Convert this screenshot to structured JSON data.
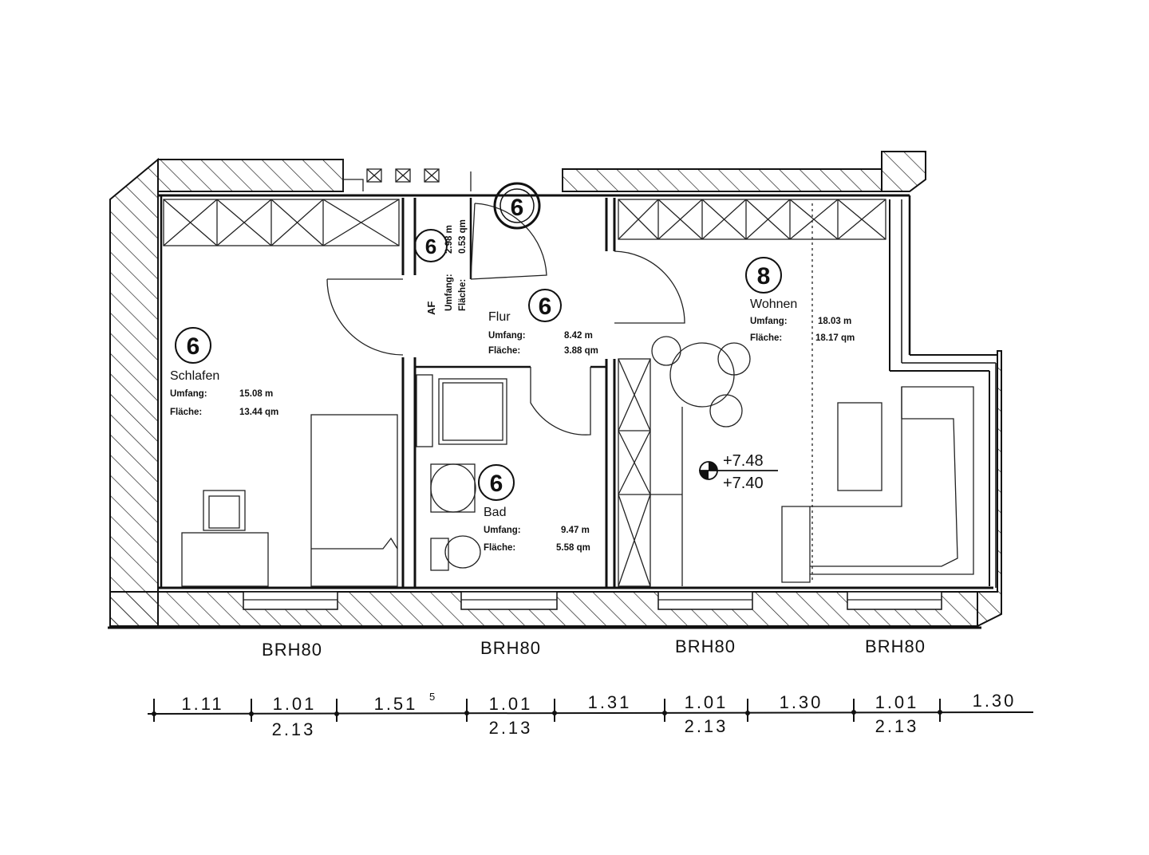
{
  "rooms": {
    "schlafen": {
      "number": "6",
      "name": "Schlafen",
      "umfang_label": "Umfang:",
      "umfang_value": "15.08 m",
      "flaeche_label": "Fläche:",
      "flaeche_value": "13.44 qm"
    },
    "flur": {
      "number": "6",
      "name": "Flur",
      "umfang_label": "Umfang:",
      "umfang_value": "8.42 m",
      "flaeche_label": "Fläche:",
      "flaeche_value": "3.88 qm"
    },
    "bad": {
      "number": "6",
      "name": "Bad",
      "umfang_label": "Umfang:",
      "umfang_value": "9.47 m",
      "flaeche_label": "Fläche:",
      "flaeche_value": "5.58 qm"
    },
    "wohnen": {
      "number": "8",
      "name": "Wohnen",
      "umfang_label": "Umfang:",
      "umfang_value": "18.03 m",
      "flaeche_label": "Fläche:",
      "flaeche_value": "18.17 qm"
    },
    "af": {
      "number": "6",
      "name": "AF",
      "umfang_label": "Umfang:",
      "umfang_value": "2.98 m",
      "flaeche_label": "Fläche:",
      "flaeche_value": "0.53 qm"
    }
  },
  "door_marker": "6",
  "levels": {
    "upper": "+7.48",
    "lower": "+7.40"
  },
  "windows": [
    "BRH80",
    "BRH80",
    "BRH80",
    "BRH80"
  ],
  "dimensions": {
    "top": [
      "1.11",
      "1.01",
      "1.51",
      "1.01",
      "1.31",
      "1.01",
      "1.30",
      "1.01",
      "1.30"
    ],
    "superscript": "5",
    "bottom": [
      "2.13",
      "2.13",
      "2.13",
      "2.13"
    ]
  }
}
